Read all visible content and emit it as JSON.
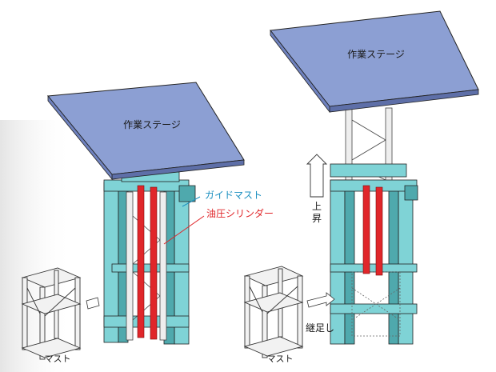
{
  "left_figure": {
    "stage_label": "作業ステージ",
    "guide_mast_label": "ガイドマスト",
    "cylinder_label": "油圧シリンダー",
    "mast_label": "マスト"
  },
  "right_figure": {
    "stage_label": "作業ステージ",
    "rise_label_top": "上",
    "rise_label_bottom": "昇",
    "extend_label": "継足し",
    "mast_label": "マスト"
  },
  "colors": {
    "stage_top": "#8C9FD3",
    "stage_edge": "#5E6FA8",
    "guide_frame": "#7FD3D6",
    "guide_frame_dark": "#4FA9AD",
    "cylinder": "#E0262A",
    "guide_label": "#1B8FC0",
    "cylinder_label": "#E0262A",
    "mast_frame": "#F2F2F2",
    "outline": "#222222"
  }
}
